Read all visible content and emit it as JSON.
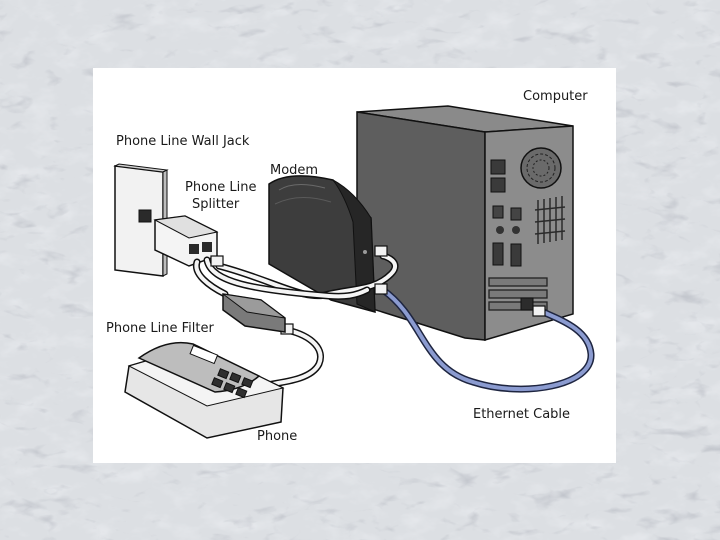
{
  "labels": {
    "computer": "Computer",
    "wall_jack": "Phone Line Wall Jack",
    "modem": "Modem",
    "splitter_line1": "Phone Line",
    "splitter_line2": "Splitter",
    "filter": "Phone Line Filter",
    "ethernet": "Ethernet Cable",
    "phone": "Phone"
  },
  "colors": {
    "background_marble": "#c9cdd3",
    "panel": "#ffffff",
    "ethernet_cable": "#8b9bd0",
    "device_dark": "#3f3f3f",
    "device_mid": "#6b6b6b"
  }
}
